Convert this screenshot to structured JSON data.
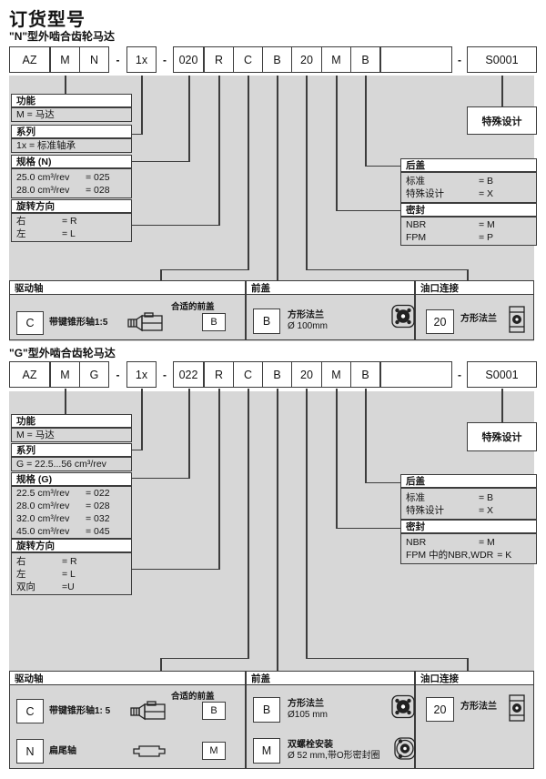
{
  "colors": {
    "band": "#d7d7d7",
    "border": "#3c3c3c",
    "text": "#141414",
    "white": "#ffffff"
  },
  "page": {
    "title": "订货型号"
  },
  "s1": {
    "subtitle": "\"N\"型外啮合齿轮马达",
    "code": [
      "AZ",
      "M",
      "N",
      "-",
      "1x",
      "-",
      "020",
      "R",
      "C",
      "B",
      "20",
      "M",
      "B",
      "",
      "-",
      "S0001"
    ],
    "left": [
      {
        "header": "功能",
        "rows": [
          {
            "label": "M = 马达",
            "value": ""
          }
        ]
      },
      {
        "header": "系列",
        "rows": [
          {
            "label": "1x = 标准轴承",
            "value": ""
          }
        ]
      },
      {
        "header": "规格 (N)",
        "rows": [
          {
            "label": "25.0 cm³/rev",
            "value": "= 025"
          },
          {
            "label": "28.0 cm³/rev",
            "value": "= 028"
          }
        ]
      },
      {
        "header": "旋转方向",
        "rows": [
          {
            "label": "右",
            "value": "= R"
          },
          {
            "label": "左",
            "value": "= L"
          }
        ]
      }
    ],
    "special": "特殊设计",
    "right": [
      {
        "header": "后盖",
        "rows": [
          {
            "label": "标准",
            "value": "= B"
          },
          {
            "label": "特殊设计",
            "value": "= X"
          }
        ]
      },
      {
        "header": "密封",
        "rows": [
          {
            "label": "NBR",
            "value": "= M"
          },
          {
            "label": "FPM",
            "value": "= P"
          }
        ]
      }
    ],
    "bottom": {
      "drive": {
        "header": "驱动轴",
        "fit_label": "合适的前盖",
        "items": [
          {
            "code": "C",
            "desc": "带键锥形轴1:5",
            "match": "B",
            "icon": "keyed-taper-shaft-icon"
          }
        ]
      },
      "front": {
        "header": "前盖",
        "items": [
          {
            "code": "B",
            "desc": "方形法兰",
            "desc2": "Ø 100mm",
            "icon": "square-flange-icon"
          }
        ]
      },
      "port": {
        "header": "油口连接",
        "items": [
          {
            "code": "20",
            "desc": "方形法兰",
            "icon": "square-port-flange-icon"
          }
        ]
      }
    }
  },
  "s2": {
    "subtitle": "\"G\"型外啮合齿轮马达",
    "code": [
      "AZ",
      "M",
      "G",
      "-",
      "1x",
      "-",
      "022",
      "R",
      "C",
      "B",
      "20",
      "M",
      "B",
      "",
      "-",
      "S0001"
    ],
    "left": [
      {
        "header": "功能",
        "rows": [
          {
            "label": "M = 马达",
            "value": ""
          }
        ]
      },
      {
        "header": "系列",
        "rows": [
          {
            "label": "G = 22.5...56 cm³/rev",
            "value": ""
          }
        ]
      },
      {
        "header": "规格 (G)",
        "rows": [
          {
            "label": "22.5 cm³/rev",
            "value": "= 022"
          },
          {
            "label": "28.0 cm³/rev",
            "value": "= 028"
          },
          {
            "label": "32.0 cm³/rev",
            "value": "= 032"
          },
          {
            "label": "45.0 cm³/rev",
            "value": "= 045"
          }
        ]
      },
      {
        "header": "旋转方向",
        "rows": [
          {
            "label": "右",
            "value": "= R"
          },
          {
            "label": "左",
            "value": "= L"
          },
          {
            "label": "双向",
            "value": "=U"
          }
        ]
      }
    ],
    "special": "特殊设计",
    "right": [
      {
        "header": "后盖",
        "rows": [
          {
            "label": "标准",
            "value": "= B"
          },
          {
            "label": "特殊设计",
            "value": "= X"
          }
        ]
      },
      {
        "header": "密封",
        "rows": [
          {
            "label": "NBR",
            "value": "= M"
          },
          {
            "label": "FPM 中的NBR,WDR",
            "value": "= K"
          }
        ]
      }
    ],
    "bottom": {
      "drive": {
        "header": "驱动轴",
        "fit_label": "合适的前盖",
        "items": [
          {
            "code": "C",
            "desc": "带键锥形轴1: 5",
            "match": "B",
            "icon": "keyed-taper-shaft-icon"
          },
          {
            "code": "N",
            "desc": "扁尾轴",
            "match": "M",
            "icon": "parallel-flat-shaft-icon"
          }
        ]
      },
      "front": {
        "header": "前盖",
        "items": [
          {
            "code": "B",
            "desc": "方形法兰",
            "desc2": "Ø105 mm",
            "icon": "square-flange-icon"
          },
          {
            "code": "M",
            "desc": "双螺栓安装",
            "desc2": "Ø 52 mm,带O形密封圈",
            "icon": "two-bolt-flange-icon"
          }
        ]
      },
      "port": {
        "header": "油口连接",
        "items": [
          {
            "code": "20",
            "desc": "方形法兰",
            "icon": "square-port-flange-icon"
          }
        ]
      }
    }
  }
}
